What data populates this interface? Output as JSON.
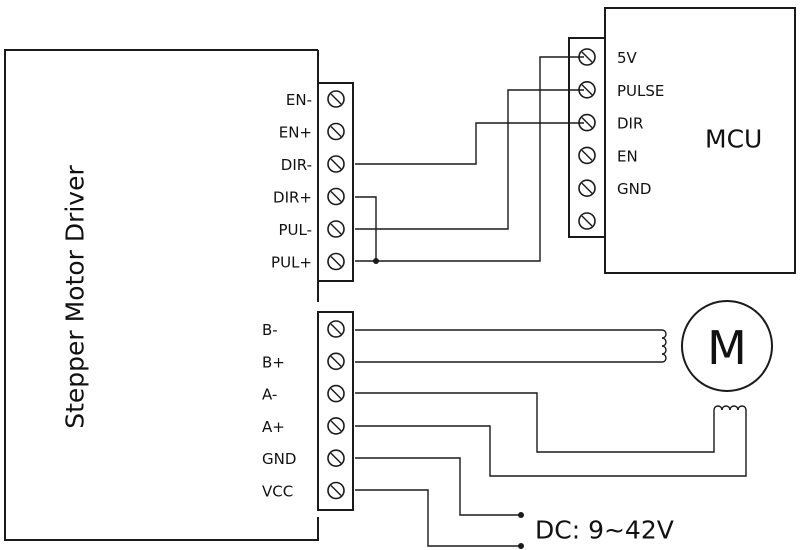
{
  "driver": {
    "title": "Stepper Motor Driver",
    "signal_terminals": [
      "EN-",
      "EN+",
      "DIR-",
      "DIR+",
      "PUL-",
      "PUL+"
    ],
    "power_terminals": [
      "B-",
      "B+",
      "A-",
      "A+",
      "GND",
      "VCC"
    ]
  },
  "mcu": {
    "title": "MCU",
    "terminals": [
      "5V",
      "PULSE",
      "DIR",
      "EN",
      "GND",
      ""
    ]
  },
  "motor": {
    "label": "M"
  },
  "power_supply": {
    "label": "DC: 9~42V"
  },
  "colors": {
    "line": "#1a1a1a",
    "background": "#ffffff"
  }
}
